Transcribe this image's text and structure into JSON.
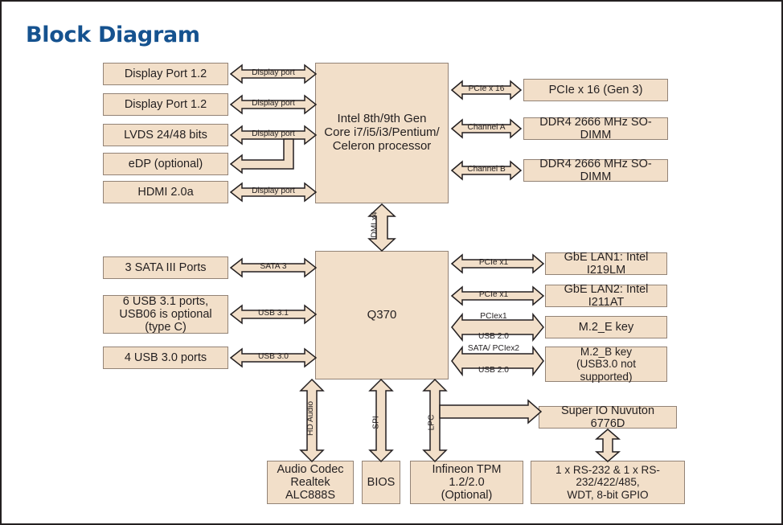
{
  "page": {
    "title": "Block Diagram",
    "title_color": "#15528f",
    "block_fill": "#f2dfc9",
    "block_border": "#938376",
    "line_color": "#231f20"
  },
  "blocks": {
    "dp1": {
      "label": "Display Port 1.2"
    },
    "dp2": {
      "label": "Display Port 1.2"
    },
    "lvds": {
      "label": "LVDS 24/48 bits"
    },
    "edp": {
      "label": "eDP (optional)"
    },
    "hdmi": {
      "label": "HDMI 2.0a"
    },
    "cpu": {
      "line1": "Intel 8th/9th Gen",
      "line2": "Core i7/i5/i3/Pentium/",
      "line3": "Celeron processor"
    },
    "pcie16": {
      "label": "PCIe x 16 (Gen 3)"
    },
    "ddr4a": {
      "label": "DDR4 2666 MHz SO-DIMM"
    },
    "ddr4b": {
      "label": "DDR4 2666 MHz SO-DIMM"
    },
    "sata": {
      "label": "3 SATA III Ports"
    },
    "usb31": {
      "line1": "6 USB 3.1 ports,",
      "line2": "USB06 is optional",
      "line3": "(type C)"
    },
    "usb30": {
      "label": "4 USB 3.0 ports"
    },
    "pch": {
      "label": "Q370"
    },
    "lan1": {
      "label": "GbE LAN1: Intel I219LM"
    },
    "lan2": {
      "label": "GbE LAN2: Intel I211AT"
    },
    "m2e": {
      "label": "M.2_E key"
    },
    "m2b": {
      "line1": "M.2_B key",
      "line2": "(USB3.0 not supported)"
    },
    "superio": {
      "label": "Super IO Nuvuton 6776D"
    },
    "audio": {
      "line1": "Audio Codec",
      "line2": "Realtek ALC888S"
    },
    "bios": {
      "label": "BIOS"
    },
    "tpm": {
      "line1": "Infineon TPM 1.2/2.0",
      "line2": "(Optional)"
    },
    "serial": {
      "line1": "1 x RS-232 & 1 x RS-232/422/485,",
      "line2": "WDT, 8-bit GPIO"
    }
  },
  "connectors": {
    "dp1_label": "Display port",
    "dp2_label": "Display port",
    "lvds_label": "Display port",
    "hdmi_label": "Display port",
    "pcie16_label": "PCIe x 16",
    "chan_a_label": "Channel A",
    "chan_b_label": "Channel B",
    "dmi_label": "DMI x4",
    "sata_label": "SATA 3",
    "usb31_label": "USB 3.1",
    "usb30_label": "USB 3.0",
    "lan1_label": "PCIe x1",
    "lan2_label": "PCIe x1",
    "m2e_top_label": "PCIex1",
    "m2e_bottom_label": "USB 2.0",
    "m2b_top_label": "SATA/ PCIex2",
    "m2b_bottom_label": "USB 2.0",
    "hdaudio_label": "HD Audio",
    "spi_label": "SPI",
    "lpc_label": "LPC"
  }
}
